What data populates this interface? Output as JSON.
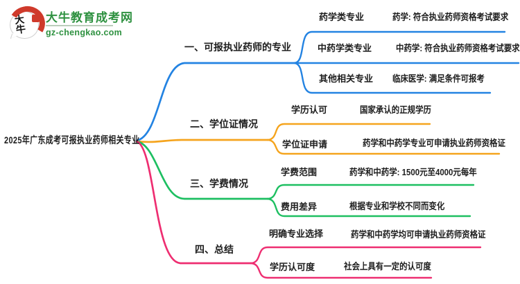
{
  "logo": {
    "title": "大牛教育成考网",
    "domain": "gz-chengkao.com",
    "seal_text": "大牛"
  },
  "root": {
    "label": "2025年广东成考可报执业药师相关专业"
  },
  "branches": [
    {
      "label": "一、可报执业药师的专业",
      "color": "#2383e2",
      "rows": [
        {
          "topic": "药学类专业",
          "detail": "药学: 符合执业药师资格考试要求"
        },
        {
          "topic": "中药学类专业",
          "detail": "中药学: 符合执业药师资格考试要求"
        },
        {
          "topic": "其他相关专业",
          "detail": "临床医学: 满足条件可报考"
        }
      ]
    },
    {
      "label": "二、学位证情况",
      "color": "#f5a41d",
      "rows": [
        {
          "topic": "学历认可",
          "detail": "国家承认的正规学历"
        },
        {
          "topic": "学位证申请",
          "detail": "药学和中药学专业可申请执业药师资格证"
        }
      ]
    },
    {
      "label": "三、学费情况",
      "color": "#1dbf61",
      "rows": [
        {
          "topic": "学费范围",
          "detail": "药学和中药学: 1500元至4000元每年"
        },
        {
          "topic": "费用差异",
          "detail": "根据专业和学校不同而变化"
        }
      ]
    },
    {
      "label": "四、总结",
      "color": "#ee2e71",
      "rows": [
        {
          "topic": "明确专业选择",
          "detail": "药学和中药学均可申请执业药师资格证"
        },
        {
          "topic": "学历认可度",
          "detail": "社会上具有一定的认可度"
        }
      ]
    }
  ]
}
